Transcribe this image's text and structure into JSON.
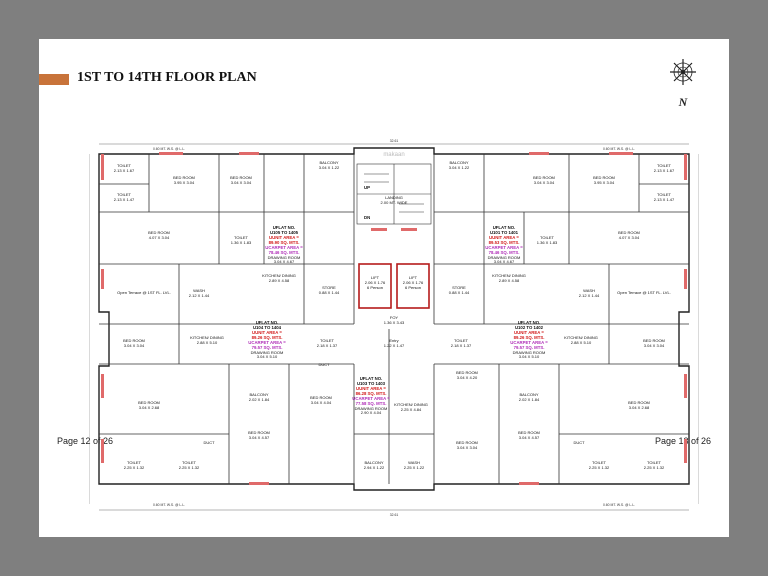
{
  "page": {
    "title": "1ST TO 14TH FLOOR PLAN",
    "page_left": "Page 12 of 26",
    "page_right": "Page 13 of 26",
    "compass_letter": "N",
    "accent_color": "#c8733a",
    "watermark": "makaan"
  },
  "plan": {
    "overall_dim_top": "32.61",
    "overall_dim_bottom": "32.61",
    "setback_top_left": "0.60 MT. W.S. @ L.L.",
    "setback_top_right": "0.60 MT. W.S. @ L.L.",
    "setback_bottom_left": "0.60 MT. W.S. @ L.L.",
    "setback_bottom_right": "0.60 MT. W.S. @ L.L.",
    "unit_blocks": [
      {
        "name": "UFLAT NO.",
        "num": "U105 TO 1405",
        "uarea_label": "UUNIT AREA =",
        "uarea": "89.90 SQ. MTS.",
        "carpet_label": "UCARPET AREA =",
        "carpet": "78.46 SQ. MTS.",
        "drawing": "DRAWING ROOM",
        "drawing_dim": "3.04 X 4.67"
      },
      {
        "name": "UFLAT NO.",
        "num": "U101 TO 1401",
        "uarea_label": "UUNIT AREA =",
        "uarea": "89.53 SQ. MTS.",
        "carpet_label": "UCARPET AREA =",
        "carpet": "78.46 SQ. MTS.",
        "drawing": "DRAWING ROOM",
        "drawing_dim": "3.04 X 4.67"
      },
      {
        "name": "UFLAT NO.",
        "num": "U104 TO 1404",
        "uarea_label": "UUNIT AREA =",
        "uarea": "89.26 SQ. MTS.",
        "carpet_label": "UCARPET AREA =",
        "carpet": "79.57 SQ. MTS.",
        "drawing": "DRAWING ROOM",
        "drawing_dim": "3.04 X 5.10"
      },
      {
        "name": "UFLAT NO.",
        "num": "U102 TO 1402",
        "uarea_label": "UUNIT AREA =",
        "uarea": "89.26 SQ. MTS.",
        "carpet_label": "UCARPET AREA =",
        "carpet": "79.57 SQ. MTS.",
        "drawing": "DRAWING ROOM",
        "drawing_dim": "3.04 X 5.10"
      },
      {
        "name": "UFLAT NO.",
        "num": "U103 TO 1403",
        "uarea_label": "UUNIT AREA =",
        "uarea": "86.28 SQ. MTS.",
        "carpet_label": "UCARPET AREA =",
        "carpet": "77.58 SQ. MTS.",
        "drawing": "DRAWING ROOM",
        "drawing_dim": "2.90 X 4.04"
      }
    ],
    "rooms": {
      "toilet_a": "TOILET",
      "toilet_a_dim": "2.13 X 1.67",
      "toilet_b": "TOILET",
      "toilet_b_dim": "2.13 X 1.47",
      "bedroom_a": "BED ROOM",
      "bedroom_a_dim": "3.95 X 3.04",
      "bedroom_b": "BED ROOM",
      "bedroom_b_dim": "3.04 X 3.04",
      "balcony_top": "BALCONY",
      "balcony_top_dim": "3.04 X 1.22",
      "balcony_top_r": "BALCONY",
      "balcony_top_r_dim": "3.04 X 1.22",
      "bedroom_c": "BED ROOM",
      "bedroom_c_dim": "4.07 X 3.04",
      "kitchen_a": "KITCHEN/ DINING",
      "kitchen_a_dim": "2.89 X 4.58",
      "toilet_c": "TOILET",
      "toilet_c_dim": "1.36 X 1.83",
      "lift1": "LIFT",
      "lift1_dim": "2.06 X 1.76",
      "lift1_persons": "6 Person",
      "lift2": "LIFT",
      "lift2_dim": "2.06 X 1.76",
      "lift2_persons": "6 Person",
      "landing": "LANDING",
      "landing_dim": "2.00 MT. WIDE",
      "store_a": "STORE",
      "store_a_dim": "0.88 X 1.44",
      "open_terrace": "Open Terrace @ 1ST FL. LVL.",
      "wash": "WASH",
      "wash_dim": "2.12 X 1.44",
      "fhd": "FOY",
      "fhd_dim": "1.36 X 3.43",
      "kitchen_b": "KITCHEN/ DINING",
      "kitchen_b_dim": "2.88 X 5.10",
      "bedroom_d": "BED ROOM",
      "bedroom_d_dim": "3.04 X 3.04",
      "toilet_d": "TOILET",
      "toilet_d_dim": "2.18 X 1.37",
      "entry": "Entry",
      "entry_dim": "1.22 X 1.47",
      "balcony_mid": "BALCONY",
      "balcony_mid_dim": "2.02 X 1.84",
      "bedroom_e": "BED ROOM",
      "bedroom_e_dim": "3.04 X 4.04",
      "bedroom_f": "BED ROOM",
      "bedroom_f_dim": "3.04 X 2.68",
      "bedroom_g": "BED ROOM",
      "bedroom_g_dim": "3.04 X 4.57",
      "kitchen_c": "KITCHEN/ DINING",
      "kitchen_c_dim": "2.25 X 4.84",
      "bedroom_h": "BED ROOM",
      "bedroom_h_dim": "3.04 X 4.20",
      "bedroom_i": "BED ROOM",
      "bedroom_i_dim": "3.04 X 3.04",
      "balcony_bot": "BALCONY",
      "balcony_bot_dim": "2.94 X 1.22",
      "wash_bot": "WASH",
      "wash_bot_dim": "2.25 X 1.22",
      "toilet_e": "TOILET",
      "toilet_e_dim": "2.25 X 1.32",
      "toilet_f": "TOILET",
      "toilet_f_dim": "2.25 X 1.32",
      "duct": "DUCT",
      "up": "UP",
      "dn": "DN"
    }
  }
}
